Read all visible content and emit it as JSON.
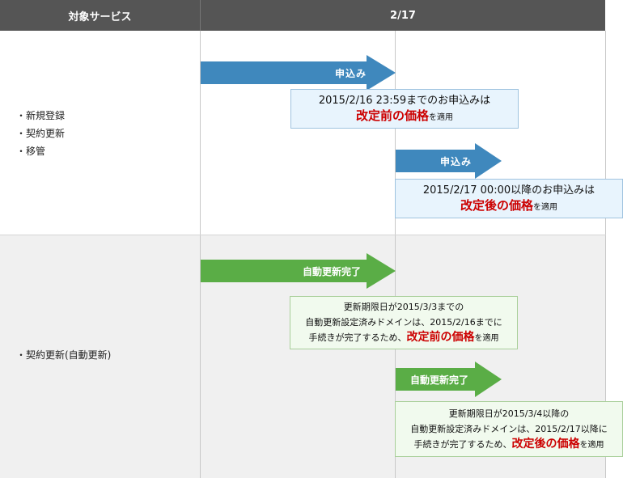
{
  "header": {
    "col1": "対象サービス",
    "col2": "2/17"
  },
  "section1": {
    "items": [
      "・新規登録",
      "・契約更新",
      "・移管"
    ],
    "arrow1": "申込み",
    "note1": {
      "line1": "2015/2/16 23:59までのお申込みは",
      "emph": "改定前の価格",
      "suffix": "を適用"
    },
    "arrow2": "申込み",
    "note2": {
      "line1": "2015/2/17 00:00以降のお申込みは",
      "emph": "改定後の価格",
      "suffix": "を適用"
    }
  },
  "section2": {
    "item": "・契約更新(自動更新)",
    "arrow1": "自動更新完了",
    "note1": {
      "line1": "更新期限日が2015/3/3までの",
      "line2": "自動更新設定済みドメインは、2015/2/16までに",
      "line3a": "手続きが完了するため、",
      "emph": "改定前の価格",
      "suffix": "を適用"
    },
    "arrow2": "自動更新完了",
    "note2": {
      "line1": "更新期限日が2015/3/4以降の",
      "line2": "自動更新設定済みドメインは、2015/2/17以降に",
      "line3a": "手続きが完了するため、",
      "emph": "改定後の価格",
      "suffix": "を適用"
    }
  },
  "colors": {
    "header": "#555555",
    "blue_arrow": "#3f88bd",
    "green_arrow": "#5aad46",
    "emphasis": "#cc0000"
  }
}
